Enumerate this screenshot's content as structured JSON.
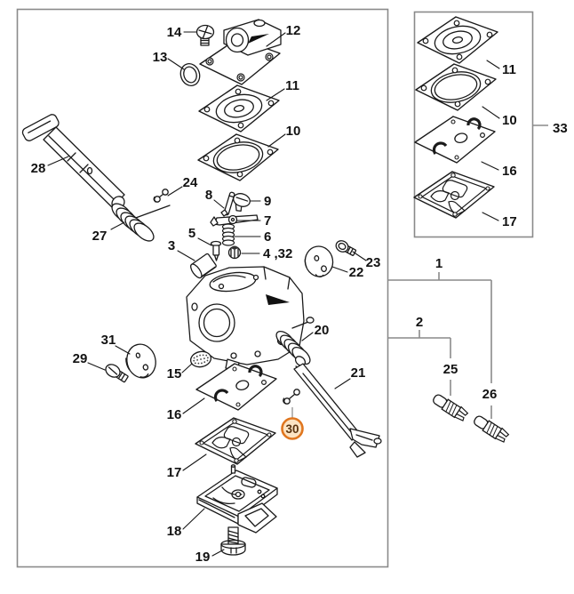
{
  "page": {
    "background": "#ffffff"
  },
  "diagram": {
    "subject": "Carburetor exploded parts view with service-kit inset",
    "frame_color": "#8a8a8a",
    "line_color": "#1a1a1a",
    "labels": [
      {
        "id": "14",
        "text": "14"
      },
      {
        "id": "13",
        "text": "13"
      },
      {
        "id": "12",
        "text": "12"
      },
      {
        "id": "11",
        "text": "11"
      },
      {
        "id": "10",
        "text": "10"
      },
      {
        "id": "28",
        "text": "28"
      },
      {
        "id": "27",
        "text": "27"
      },
      {
        "id": "24",
        "text": "24"
      },
      {
        "id": "8",
        "text": "8"
      },
      {
        "id": "9",
        "text": "9"
      },
      {
        "id": "7",
        "text": "7"
      },
      {
        "id": "6",
        "text": "6"
      },
      {
        "id": "5",
        "text": "5"
      },
      {
        "id": "3",
        "text": "3"
      },
      {
        "id": "4-32",
        "text": "4 ,32"
      },
      {
        "id": "22",
        "text": "22"
      },
      {
        "id": "23",
        "text": "23"
      },
      {
        "id": "31",
        "text": "31"
      },
      {
        "id": "29",
        "text": "29"
      },
      {
        "id": "15",
        "text": "15"
      },
      {
        "id": "20",
        "text": "20"
      },
      {
        "id": "16",
        "text": "16"
      },
      {
        "id": "21",
        "text": "21"
      },
      {
        "id": "17",
        "text": "17"
      },
      {
        "id": "18",
        "text": "18"
      },
      {
        "id": "19",
        "text": "19"
      }
    ],
    "inset_labels": [
      {
        "id": "11",
        "text": "11"
      },
      {
        "id": "10",
        "text": "10"
      },
      {
        "id": "16",
        "text": "16"
      },
      {
        "id": "17",
        "text": "17"
      }
    ],
    "assembly_label": {
      "text": "33"
    },
    "group_labels": [
      {
        "id": "1",
        "text": "1"
      },
      {
        "id": "2",
        "text": "2"
      },
      {
        "id": "25",
        "text": "25"
      },
      {
        "id": "26",
        "text": "26"
      }
    ],
    "highlight": {
      "text": "30",
      "ring_color": "#e0761f",
      "fill_color": "#fce4c4",
      "text_color": "#5a3410"
    }
  }
}
